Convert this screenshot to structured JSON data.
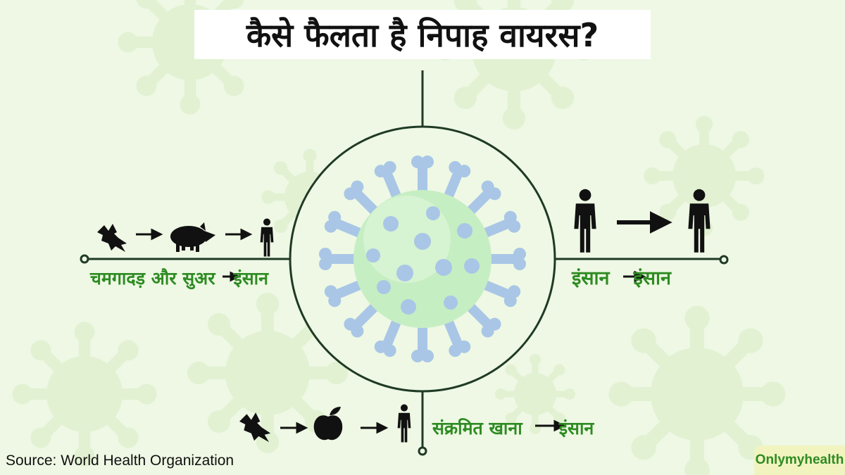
{
  "title": "कैसे फैलता है निपाह वायरस?",
  "routes": {
    "left_label": "चमगादड़ और सुअर",
    "left_target": "इंसान",
    "right_source": "इंसान",
    "right_target": "इंसान",
    "bottom_source": "संक्रमित खाना",
    "bottom_target": "इंसान"
  },
  "source": "Source: World Health Organization",
  "brand": "Onlymyhealth",
  "colors": {
    "background": "#eef8e4",
    "line": "#1f3a24",
    "label_green": "#2e8b22",
    "virus_spike": "#a9c6e6",
    "virus_core": "#c6eec3",
    "icon": "#111111"
  },
  "icons": [
    "bat-icon",
    "pig-icon",
    "person-icon",
    "apple-icon",
    "arrow-icon",
    "virus-icon"
  ]
}
